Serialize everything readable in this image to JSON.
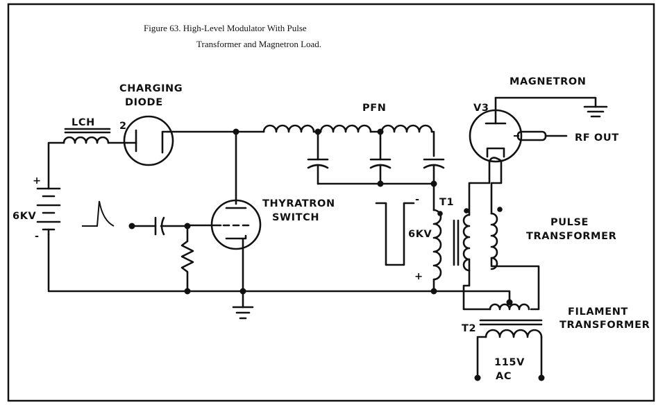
{
  "caption": {
    "line1": "Figure 63.  High-Level Modulator With Pulse",
    "line2": "Transformer and Magnetron Load."
  },
  "labels": {
    "charging_diode_1": "CHARGING",
    "charging_diode_2": "DIODE",
    "diode_pin": "2",
    "inductor": "LCH",
    "pfn": "PFN",
    "thyratron_1": "THYRATRON",
    "thyratron_2": "SWITCH",
    "magnetron": "MAGNETRON",
    "v3": "V3",
    "rf_out": "RF OUT",
    "pulse_transformer_1": "PULSE",
    "pulse_transformer_2": "TRANSFORMER",
    "t1": "T1",
    "filament_transformer_1": "FILAMENT",
    "filament_transformer_2": "TRANSFORMER",
    "t2": "T2",
    "ac_1": "115V",
    "ac_2": "AC",
    "supply_voltage": "6KV",
    "supply_plus": "+",
    "supply_minus": "-",
    "pulse_voltage": "6KV",
    "pulse_plus": "+",
    "pulse_minus": "-"
  }
}
